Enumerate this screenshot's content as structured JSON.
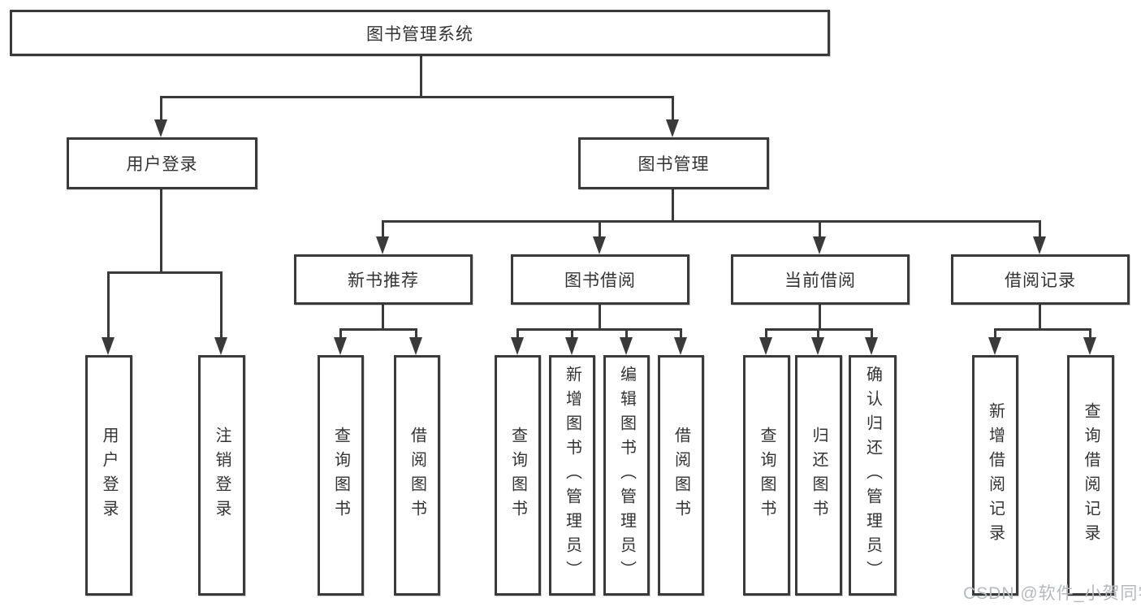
{
  "diagram": {
    "title_node": "图书管理系统",
    "root": {
      "label": "图书管理系统"
    },
    "level2": [
      {
        "label": "用户登录"
      },
      {
        "label": "图书管理"
      }
    ],
    "level3": [
      {
        "label": "新书推荐"
      },
      {
        "label": "图书借阅"
      },
      {
        "label": "当前借阅"
      },
      {
        "label": "借阅记录"
      }
    ],
    "leaves": {
      "user_login": [
        "用户登录",
        "注销登录"
      ],
      "new_books": [
        "查询图书",
        "借阅图书"
      ],
      "book_borrow": [
        "查询图书",
        "新增图书（管理员）",
        "编辑图书（管理员）",
        "借阅图书"
      ],
      "current_borrow": [
        "查询图书",
        "归还图书",
        "确认归还（管理员）"
      ],
      "borrow_records": [
        "新增借阅记录",
        "查询借阅记录"
      ]
    }
  },
  "watermark": {
    "text": "CSDN @软件_小贺同学"
  },
  "colors": {
    "line": "#3a3a3a",
    "text": "#333333",
    "background": "#ffffff",
    "watermark": "#b6b9bd"
  }
}
